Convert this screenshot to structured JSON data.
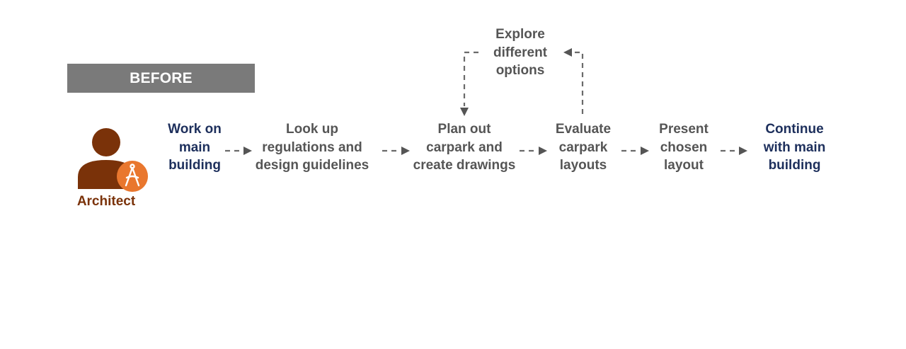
{
  "banner": {
    "label": "BEFORE"
  },
  "actor": {
    "label": "Architect",
    "colors": {
      "body": "#7a3209",
      "badge": "#e9772e"
    },
    "badge_icon": "drafting-compass-icon"
  },
  "steps": [
    {
      "id": "work-main",
      "label": "Work on\nmain\nbuilding"
    },
    {
      "id": "look-up",
      "label": "Look up\nregulations and\ndesign guidelines"
    },
    {
      "id": "plan-out",
      "label": "Plan out\ncarpark and\ncreate drawings"
    },
    {
      "id": "evaluate",
      "label": "Evaluate\ncarpark\nlayouts"
    },
    {
      "id": "present",
      "label": "Present\nchosen\nlayout"
    },
    {
      "id": "continue-main",
      "label": "Continue\nwith main\nbuilding"
    }
  ],
  "loop": {
    "label": "Explore\ndifferent\noptions"
  },
  "colors": {
    "highlight_text": "#1d2f5c",
    "step_text": "#555555",
    "banner_bg": "#7a7a7a",
    "arrow": "#555555"
  }
}
